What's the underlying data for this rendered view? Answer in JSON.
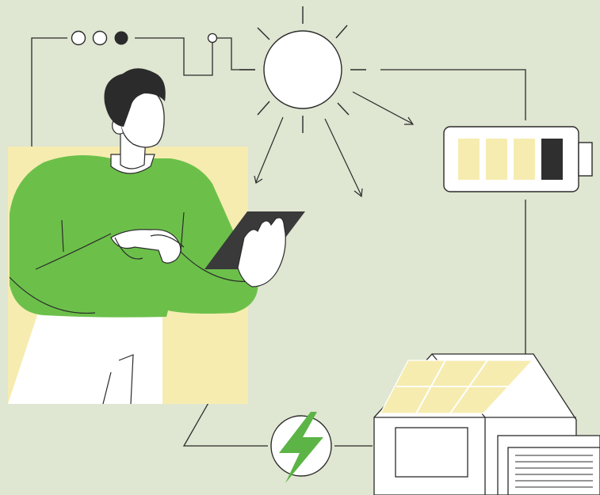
{
  "illustration": {
    "subject": "solar-energy-smart-home",
    "colors": {
      "background": "#dfe6d1",
      "panel_yellow": "#f6ecb0",
      "battery_fill": "#f6ecb0",
      "battery_empty": "#2f2f2f",
      "shirt_green": "#6cc04a",
      "bolt_green": "#5bb445",
      "ink": "#2b2b2b",
      "white": "#ffffff",
      "tablet": "#3a3a3a",
      "hair": "#2b2b2b"
    },
    "battery": {
      "filled_cells": 3,
      "total_cells": 4
    },
    "status_dots": [
      "empty",
      "empty",
      "filled"
    ],
    "solar_panel_cells": 6,
    "icons": [
      "sun-icon",
      "battery-icon",
      "lightning-icon",
      "house-icon",
      "tablet-icon"
    ]
  }
}
